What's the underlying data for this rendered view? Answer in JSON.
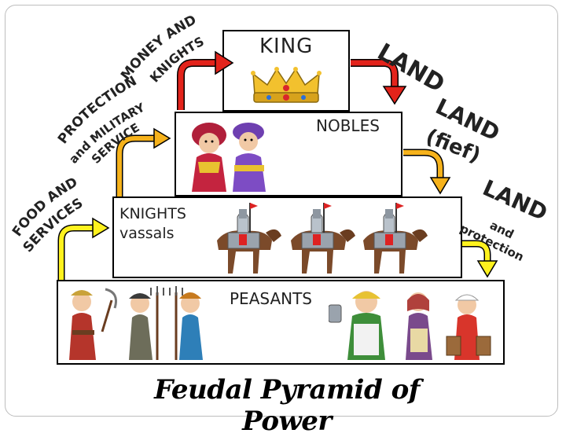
{
  "diagram": {
    "title": "Feudal Pyramid of Power",
    "tiers": {
      "king": "KING",
      "nobles": "NOBLES",
      "knights_line1": "KNIGHTS",
      "knights_line2": "vassals",
      "peasants": "PEASANTS"
    },
    "right_labels": {
      "king_to_nobles": "LAND",
      "nobles_to_knights_1": "LAND",
      "nobles_to_knights_2": "(fief)",
      "knights_to_peasants": "LAND",
      "knights_to_peasants_sub1": "and",
      "knights_to_peasants_sub2": "protection"
    },
    "left_labels": {
      "nobles_to_king_1": "MONEY AND",
      "nobles_to_king_2": "KNIGHTS",
      "knights_to_nobles_1": "PROTECTION",
      "knights_to_nobles_2": "and MILITARY",
      "knights_to_nobles_3": "SERVICE",
      "peasants_to_knights_1": "FOOD AND",
      "peasants_to_knights_2": "SERVICES"
    },
    "arrow_colors": {
      "tier1": "#e3231b",
      "tier2": "#f6b21b",
      "tier3": "#fff21e"
    }
  }
}
